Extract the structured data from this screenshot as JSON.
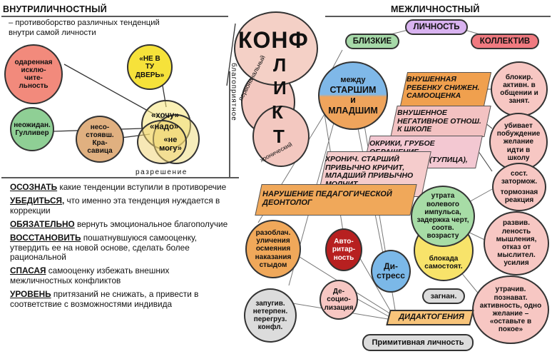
{
  "left": {
    "title": "ВНУТРИЛИЧНОСТНЫЙ",
    "definition": "– противоборство различных тенденций внутри самой личности",
    "circles": {
      "gifted": "одаренная исклю-чите-льность",
      "gulliver": "неожидан. Гулливер",
      "beauty": "несо-стоявш. Кра-савица",
      "not_door": "«НЕ В ТУ ДВЕРЬ»",
      "want": "«хочу»",
      "need": "«надо»",
      "cannot": "«не могу»"
    },
    "resolution_label": "разрешение",
    "favorable_label": "благоприятное",
    "rules": [
      {
        "key": "ОСОЗНАТЬ",
        "text": " какие тенденции вступили в противоречие"
      },
      {
        "key": "УБЕДИТЬСЯ,",
        "text": " что именно эта тенденция нуждается в коррекции"
      },
      {
        "key": "ОБЯЗАТЕЛЬНО",
        "text": " вернуть эмоциональное благополучие"
      },
      {
        "key": "ВОССТАНОВИТЬ",
        "text": " пошатнувшуюся самооценку, утвердить ее на новой основе, сделать более рациональной"
      },
      {
        "key": "СПАСАЯ",
        "text": " самооценку избежать внешних межличностных конфликтов"
      },
      {
        "key": "УРОВЕНЬ",
        "text": " притязаний не снижать, а привести в соответствие с возможностями индивида"
      }
    ]
  },
  "right": {
    "title": "МЕЖЛИЧНОСТНЫЙ",
    "personality": "ЛИЧНОСТЬ",
    "close": "БЛИЗКИЕ",
    "collective": "КОЛЛЕКТИВ",
    "conflict_big": "КОНФ",
    "conflict_vertical": [
      "Л",
      "И",
      "К",
      "Т"
    ],
    "primary": "первоначальный",
    "chronic": "хронический",
    "between": "между",
    "elder": "СТАРШИМ",
    "and": "и",
    "younger": "МЛАДШИМ",
    "bands": [
      "ВНУШЕННАЯ РЕБЕНКУ СНИЖЕН. САМООЦЕНКА",
      "ВНУШЕННОЕ НЕГАТИВНОЕ ОТНОШ. К ШКОЛЕ",
      "ОКРИКИ, ГРУБОЕ ОБРАЩЕНИЕ, ОСКОРБЛЕНИЕ (ТУПИЦА), РЕЗКИЙ ТОН",
      "ХРОНИЧ. СТАРШИЙ ПРИВЫЧНО КРИЧИТ, МЛАДШИЙ ПРИВЫЧНО МОЛЧИТ",
      "НАРУШЕНИЕ ПЕДАГОГИЧЕСКОЙ ДЕОНТОЛОГ"
    ],
    "results": {
      "block": "блокир. активн. в общении и занят.",
      "kills": "убивает побуждение желание идти в школу",
      "torpor": "сост. затормож.",
      "inhibit": "тормозная реакция",
      "develop": "развив. леность мышления, отказ от мыслител. усилия",
      "loses": "утрачив. познават. активность, одно желание – «оставьте в покое»",
      "loss": "утрата волевого импульса, задержка черт, соотв. возрасту",
      "blockade": "блокада самостоят.",
      "expose": "разоблач. уличения осмеяния наказания стыдом",
      "author": "Авто-ритар-ность",
      "distress": "Ди-стресс",
      "desoc": "Де-социо-лизация",
      "scare": "запугив. нетерпен. перегруз. конфл.",
      "scared": "загнан.",
      "didacto": "ДИДАКТОГЕНИЯ",
      "primitive": "Примитивная личность"
    }
  }
}
